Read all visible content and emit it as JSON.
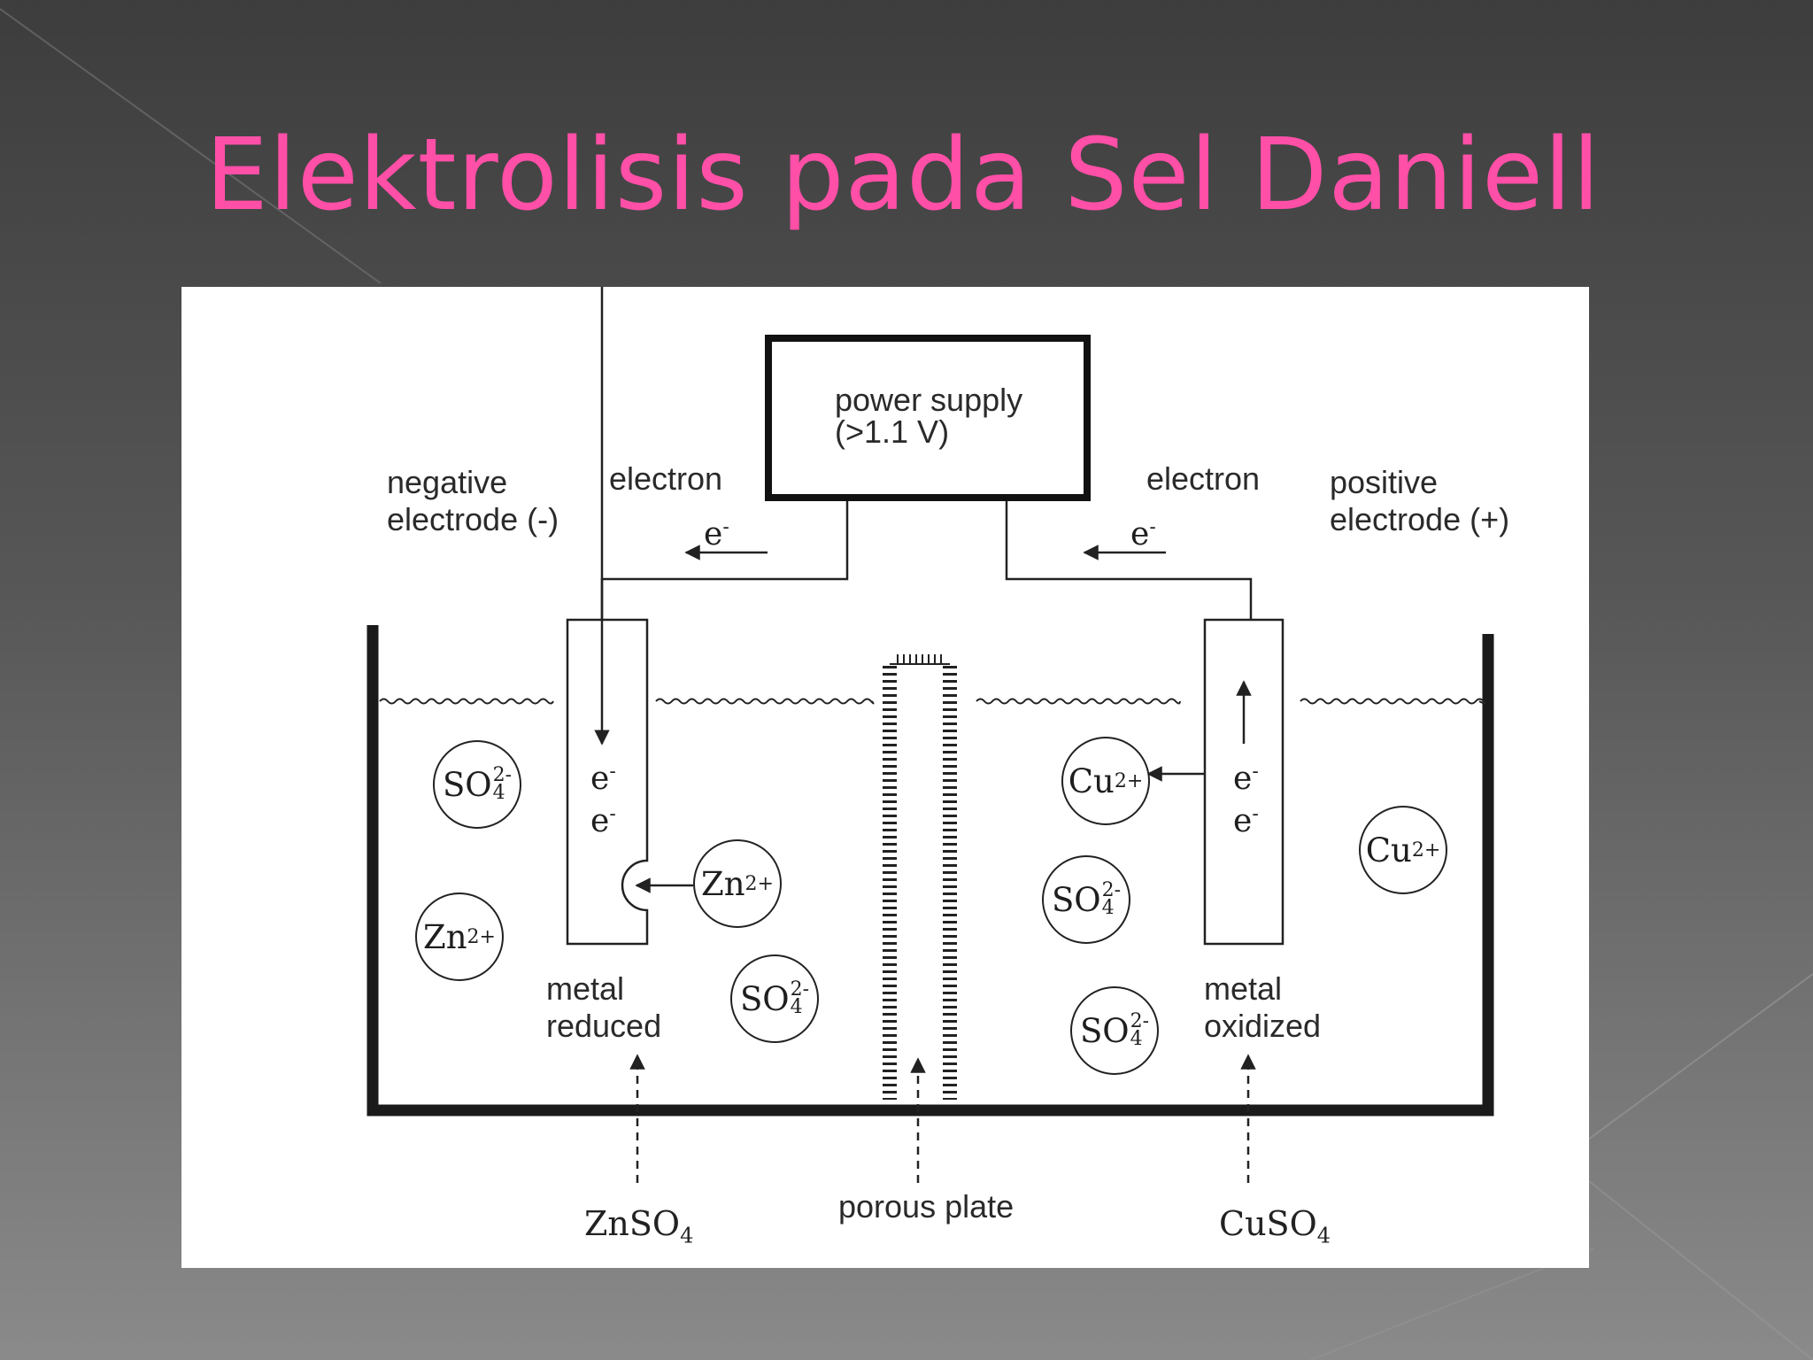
{
  "slide": {
    "title": "Elektrolisis pada Sel Daniell",
    "title_color": "#ff4fa7",
    "background_top": "#3d3d3d",
    "background_bottom": "#8a8a8a"
  },
  "diagram": {
    "power_supply": {
      "line1": "power supply",
      "line2": "(>1.1 V)"
    },
    "left": {
      "electrode_line1": "negative",
      "electrode_line2": "electrode (-)",
      "electron_label": "electron",
      "electron_symbol": "e",
      "electron_charge": "-",
      "metal_line1": "metal",
      "metal_line2": "reduced",
      "solution_base": "ZnSO",
      "solution_sub": "4"
    },
    "right": {
      "electrode_line1": "positive",
      "electrode_line2": "electrode (+)",
      "electron_label": "electron",
      "electron_symbol": "e",
      "electron_charge": "-",
      "metal_line1": "metal",
      "metal_line2": "oxidized",
      "solution_base": "CuSO",
      "solution_sub": "4"
    },
    "porous_plate": "porous plate",
    "ions": {
      "sulfate_base": "SO",
      "sulfate_sub": "4",
      "sulfate_charge": "2-",
      "zinc_base": "Zn",
      "zinc_charge": "2+",
      "copper_base": "Cu",
      "copper_charge": "2+"
    }
  }
}
